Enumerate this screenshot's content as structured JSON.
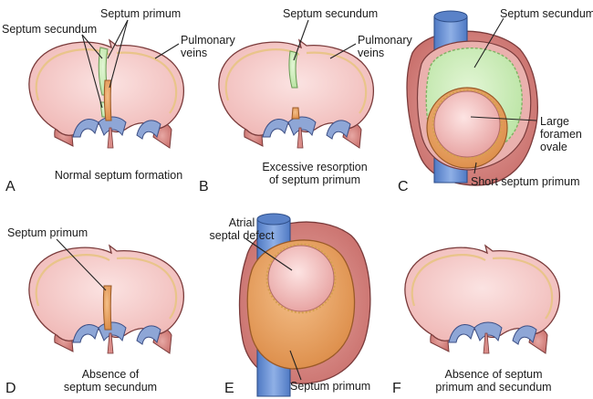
{
  "panels": {
    "A": {
      "letter": "A",
      "caption": "Normal septum formation",
      "labels": {
        "septum_secundum": "Septum secundum",
        "septum_primum": "Septum primum",
        "pulmonary_veins": "Pulmonary\nveins"
      }
    },
    "B": {
      "letter": "B",
      "caption": "Excessive resorption\nof septum primum",
      "labels": {
        "septum_secundum": "Septum secundum",
        "pulmonary_veins": "Pulmonary\nveins"
      }
    },
    "C": {
      "letter": "C",
      "labels": {
        "septum_secundum": "Septum secundum",
        "large_foramen_ovale": "Large\nforamen\novale",
        "short_septum_primum": "Short septum primum"
      }
    },
    "D": {
      "letter": "D",
      "caption": "Absence of\nseptum secundum",
      "labels": {
        "septum_primum": "Septum primum"
      }
    },
    "E": {
      "letter": "E",
      "labels": {
        "atrial_septal_defect": "Atrial\nseptal defect",
        "septum_primum": "Septum primum"
      }
    },
    "F": {
      "letter": "F",
      "caption": "Absence of septum\nprimum and secundum"
    }
  },
  "colors": {
    "atrium_pink": "#f4c6c4",
    "atrium_outline": "#7a3b3b",
    "septum_primum_orange": "#e8a060",
    "septum_secundum_green": "#c8ecb4",
    "valve_blue": "#8ea6d6",
    "vessel_blue": "#6f95d4",
    "wall_red": "#d98c88"
  }
}
